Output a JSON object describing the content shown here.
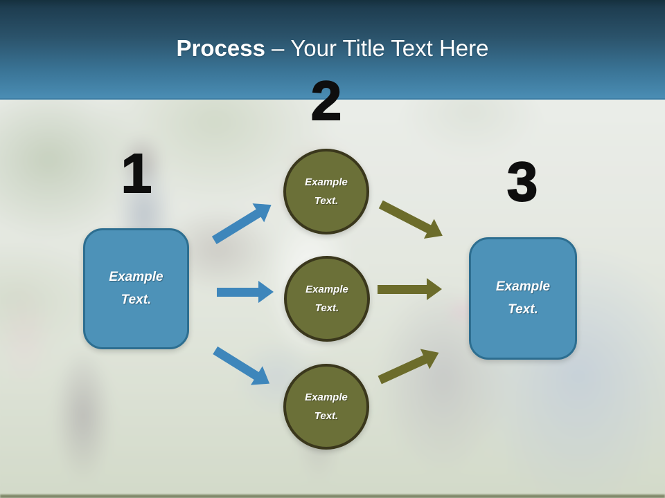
{
  "slide_title": {
    "bold": "Process",
    "dash": "–",
    "rest": "Your Title Text Here"
  },
  "process_diagram": {
    "step_numbers": [
      "1",
      "2",
      "3"
    ],
    "start_box_label": "Example Text.",
    "end_box_label": "Example Text.",
    "circle_labels": [
      "Example Text.",
      "Example Text.",
      "Example Text."
    ],
    "colors": {
      "banner_top": "#15303e",
      "banner_bottom": "#4a8db4",
      "title_text": "#ffffff",
      "step_number": "#0e0e0e",
      "box_fill": "#4d92b8",
      "box_border": "#2d6e90",
      "circle_fill": "#6b7038",
      "circle_border": "#3a371c",
      "arrow_blue": "#3e86bb",
      "arrow_olive": "#6c6c2b"
    }
  }
}
